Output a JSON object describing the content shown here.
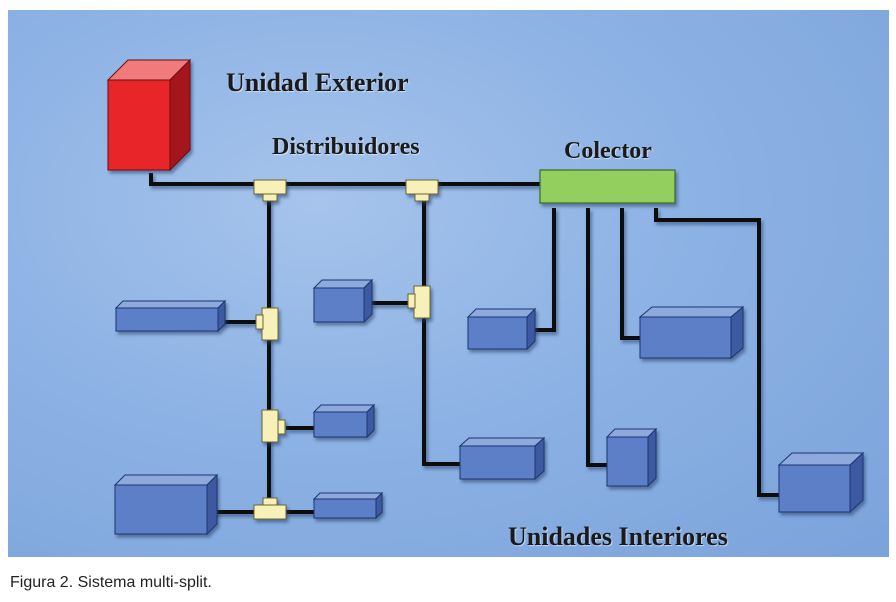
{
  "labels": {
    "outdoor_unit": "Unidad Exterior",
    "distributors": "Distribuidores",
    "collector": "Colector",
    "indoor_units": "Unidades Interiores"
  },
  "caption": "Figura 2. Sistema multi-split.",
  "colors": {
    "background": "#8db2e4",
    "outdoor_unit": "#e8262a",
    "collector": "#92cf5f",
    "indoor_unit": "#5b7fc7",
    "distributor": "#f7f0b8",
    "pipe": "#111111"
  }
}
